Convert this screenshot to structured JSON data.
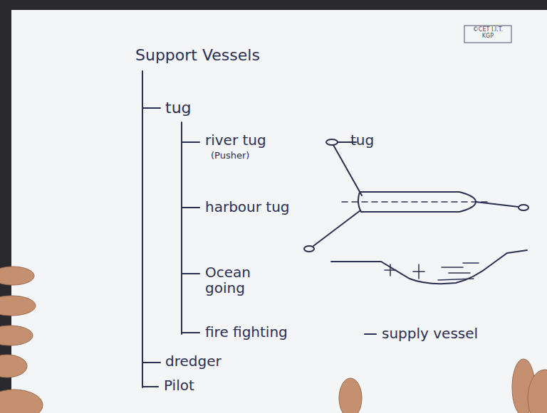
{
  "diagram": {
    "labels": [
      "©CET I.I.T. KGP",
      "Support Vessels",
      "tug",
      "river tug",
      "(Pusher)",
      "tug",
      "harbour tug",
      "Ocean going",
      "fire fighting",
      "supply vessel",
      "dredger",
      "Pilot"
    ]
  }
}
